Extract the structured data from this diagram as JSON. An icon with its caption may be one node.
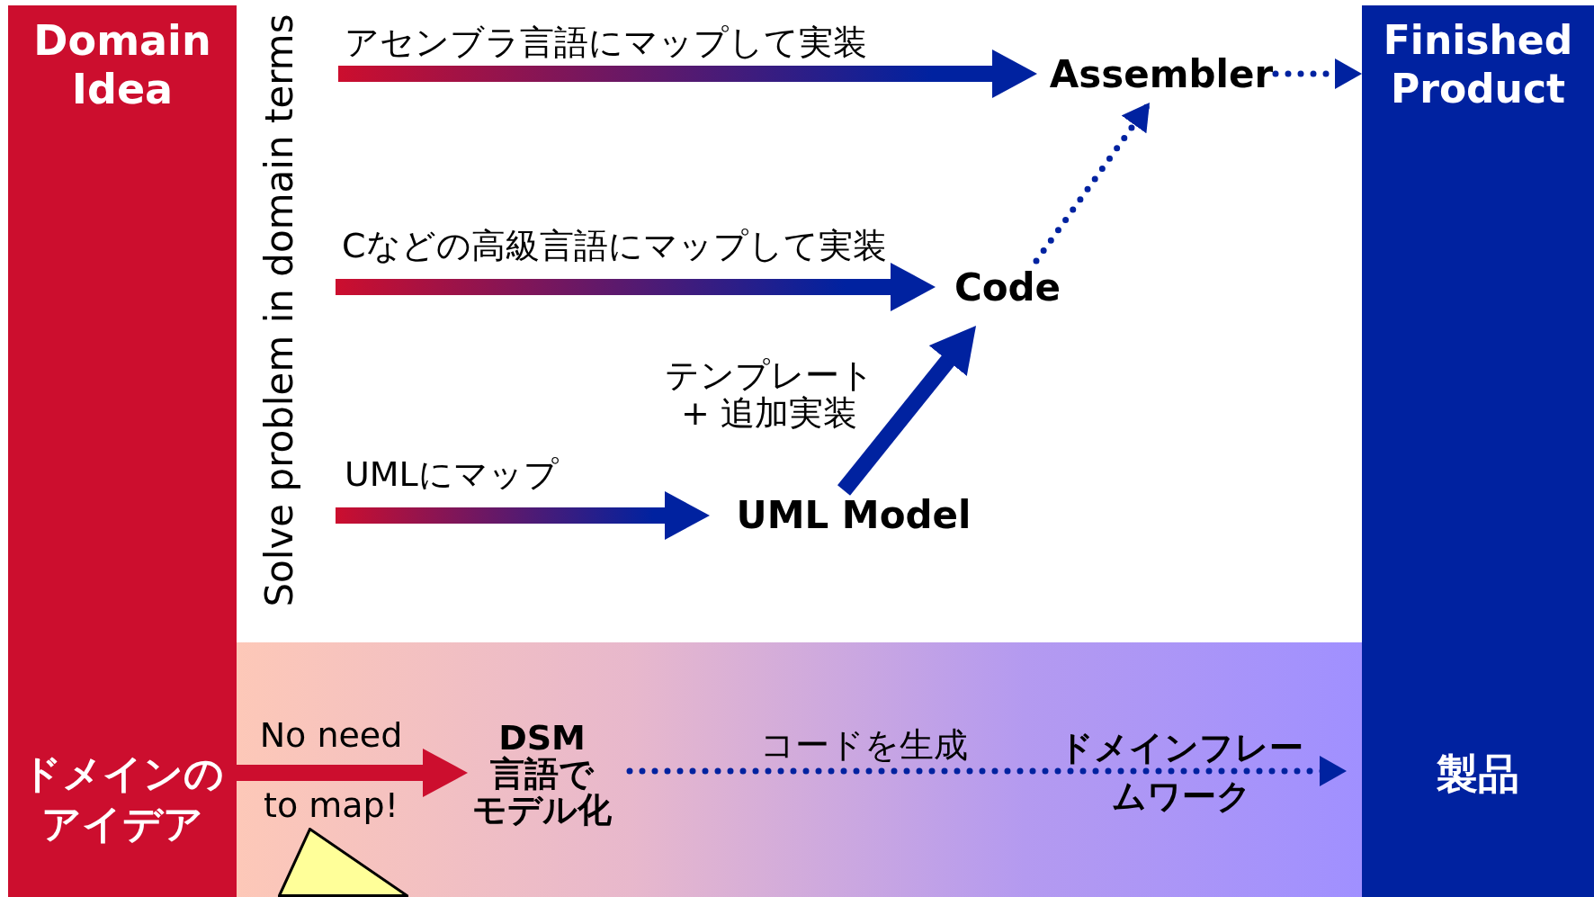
{
  "diagram": {
    "nodes": [
      {
        "text": [
          "Domain Idea",
          "ドメインのアイデア"
        ]
      },
      {
        "text": [
          "Finished Product",
          "製品"
        ]
      },
      {
        "text": [
          "Assembler"
        ]
      },
      {
        "text": [
          "Code"
        ]
      },
      {
        "text": [
          "UML Model"
        ]
      },
      {
        "text": [],
        "shape": "box"
      },
      {
        "text": [
          "DSM 言語でモデル化"
        ],
        "in": 5
      },
      {
        "text": [],
        "shape": "triangle",
        "in": 5
      }
    ],
    "edges": [
      {
        "from": null,
        "to": 2,
        "arrow": "to",
        "label": "アセンブラ言語にマップして実装",
        "style": "thick"
      },
      {
        "from": null,
        "to": 3,
        "arrow": "to",
        "label": "Cなどの高級言語にマップして実装",
        "style": "thick"
      },
      {
        "from": null,
        "to": 4,
        "arrow": "to",
        "label": "UMLにマップ",
        "style": "thick"
      },
      {
        "from": 4,
        "to": 3,
        "arrow": "to",
        "label": "テンプレート + 追加実装",
        "style": "thick"
      },
      {
        "from": 3,
        "to": 2,
        "arrow": "to",
        "style": "dashed"
      },
      {
        "from": 2,
        "to": 1,
        "arrow": "to",
        "style": "dashed"
      },
      {
        "from": 0,
        "to": 6,
        "arrow": "to",
        "label": "No need to map!",
        "style": "thick",
        "color": "#cc0e2e"
      },
      {
        "from": 6,
        "to": 1,
        "arrow": "to",
        "label": "コードを生成",
        "style": "dashed"
      }
    ],
    "labels": [
      "Solve problem in domain terms",
      "ドメインフレームワーク"
    ]
  }
}
